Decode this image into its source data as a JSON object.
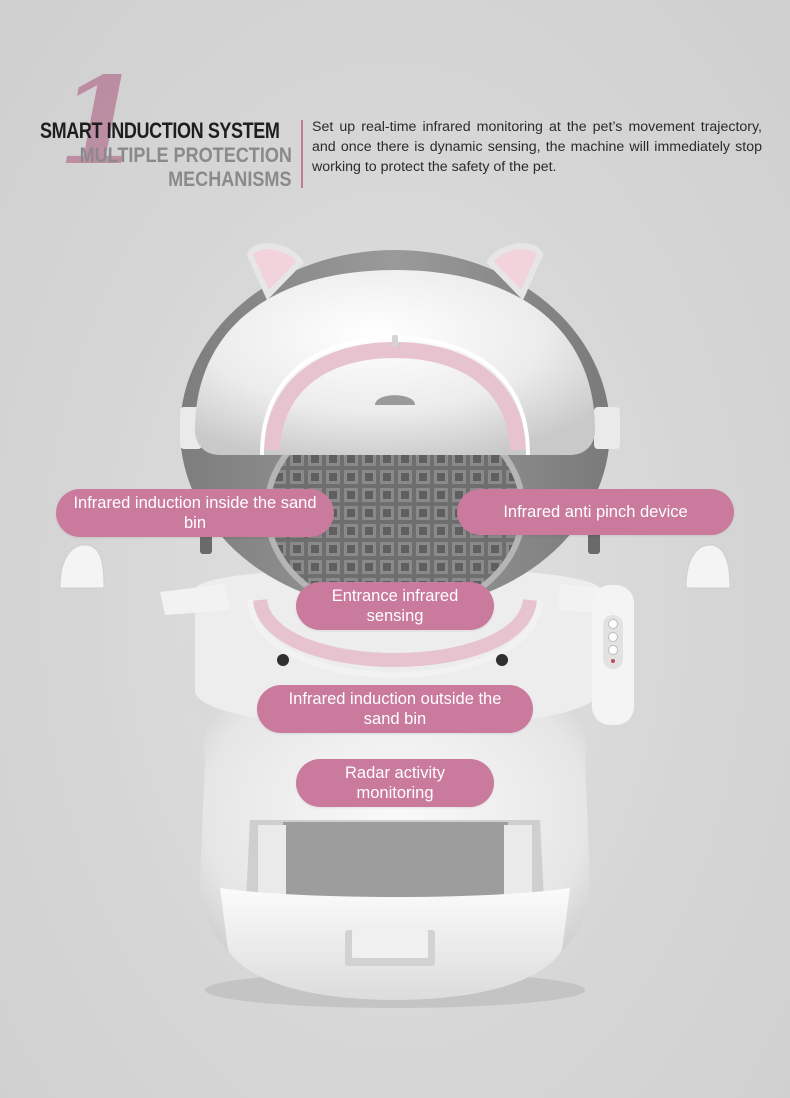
{
  "header": {
    "number": "1",
    "title_line1": "SMART INDUCTION SYSTEM",
    "title_line2": "MULTIPLE PROTECTION",
    "title_line3": "MECHANISMS",
    "description": "Set up real-time infrared monitoring at the pet’s movement trajectory, and once there is dynamic sensing, the machine will immediately stop working to protect the safety of the pet."
  },
  "labels": [
    {
      "text": "Infrared induction inside the sand bin"
    },
    {
      "text": "Infrared anti pinch device"
    },
    {
      "text": "Entrance infrared sensing"
    },
    {
      "text": "Infrared induction outside the sand bin"
    },
    {
      "text": "Radar activity monitoring"
    }
  ],
  "colors": {
    "accent": "#c97a9d",
    "background": "#d7d7d7",
    "product_white": "#f2f2f2",
    "product_pink": "#e7c3cf",
    "interior_gray": "#8f8f8f"
  }
}
